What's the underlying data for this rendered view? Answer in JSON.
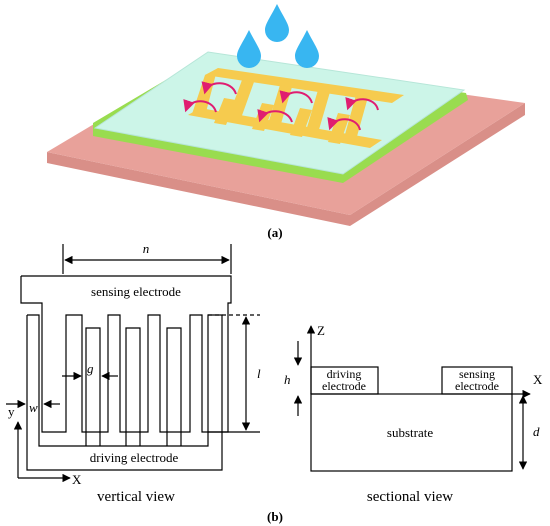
{
  "panel_a": {
    "caption": "(a)",
    "colors": {
      "substrate_top": "#e8a19a",
      "substrate_side": "#d98f88",
      "green_layer": "#99dc4f",
      "sensor_top": "#ccf5e8",
      "electrode": "#f6cb4e",
      "arrow": "#e01d70",
      "water_drop": "#38b6f1"
    },
    "drops": 3,
    "field_arrows": 6
  },
  "panel_b": {
    "caption": "(b)",
    "vertical_view": {
      "title": "vertical view",
      "top_label": "sensing electrode",
      "bottom_label": "driving electrode",
      "dims": {
        "n": "n",
        "l": "l",
        "g": "g",
        "w": "w"
      },
      "axes": {
        "y": "y",
        "x": "X"
      }
    },
    "sectional_view": {
      "title": "sectional view",
      "left_block": [
        "driving",
        "electrode"
      ],
      "right_block": [
        "sensing",
        "electrode"
      ],
      "base_label": "substrate",
      "dims": {
        "h": "h",
        "d": "d"
      },
      "axes": {
        "z": "Z",
        "x": "X"
      }
    }
  }
}
